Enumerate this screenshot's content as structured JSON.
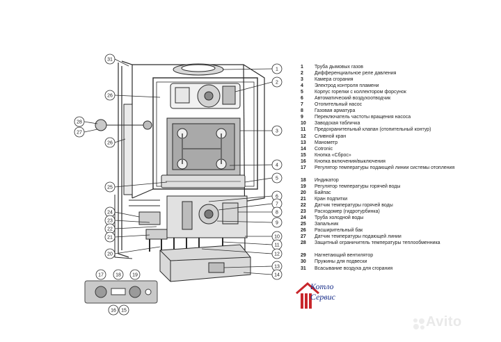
{
  "callouts": {
    "left": [
      "31",
      "26",
      "28",
      "27",
      "26",
      "25",
      "24",
      "23",
      "22",
      "21",
      "20"
    ],
    "right": [
      "1",
      "2",
      "3",
      "4",
      "5",
      "6",
      "7",
      "8",
      "9",
      "10",
      "11",
      "12",
      "13",
      "14"
    ],
    "panel": [
      "17",
      "18",
      "19",
      "16",
      "15"
    ]
  },
  "legend": [
    {
      "num": "1",
      "text": "Труба дымовых газов"
    },
    {
      "num": "2",
      "text": "Дифференциальное реле давления"
    },
    {
      "num": "3",
      "text": "Камера сгорания"
    },
    {
      "num": "4",
      "text": "Электрод контроля пламени"
    },
    {
      "num": "5",
      "text": "Корпус горелки с коллектором форсунок"
    },
    {
      "num": "6",
      "text": "Автоматический воздухоотводчик"
    },
    {
      "num": "7",
      "text": "Отопительный насос"
    },
    {
      "num": "8",
      "text": "Газовая арматура"
    },
    {
      "num": "9",
      "text": "Переключатель частоты вращения насоса"
    },
    {
      "num": "10",
      "text": "Заводская табличка"
    },
    {
      "num": "11",
      "text": "Предохранительный клапан (отопительный контур)"
    },
    {
      "num": "12",
      "text": "Сливной кран"
    },
    {
      "num": "13",
      "text": "Манометр"
    },
    {
      "num": "14",
      "text": "Cotronic"
    },
    {
      "num": "15",
      "text": "Кнопка «Сброс»"
    },
    {
      "num": "16",
      "text": "Кнопка включения/выключения"
    },
    {
      "num": "17",
      "text": "Регулятор температуры подающей линии системы отопления"
    },
    {
      "num": "18",
      "text": "Индикатор"
    },
    {
      "num": "19",
      "text": "Регулятор температуры горячей воды"
    },
    {
      "num": "20",
      "text": "Байпас"
    },
    {
      "num": "21",
      "text": "Кран подпитки"
    },
    {
      "num": "22",
      "text": "Датчик температуры горячей воды"
    },
    {
      "num": "23",
      "text": "Расходомер (гидротурбинка)"
    },
    {
      "num": "24",
      "text": "Труба холодной воды"
    },
    {
      "num": "25",
      "text": "Запальник"
    },
    {
      "num": "26",
      "text": "Расширительный бак"
    },
    {
      "num": "27",
      "text": "Датчик температуры подающей линии"
    },
    {
      "num": "28",
      "text": "Защитный ограничитель температуры теплообменника"
    },
    {
      "num": "29",
      "text": "Нагнетающий вентилятор"
    },
    {
      "num": "30",
      "text": "Пружины для подвески"
    },
    {
      "num": "31",
      "text": "Всасывание воздуха для сгорания"
    }
  ],
  "logo": {
    "line1": "Котло",
    "line2": "Сервис"
  },
  "watermark": "Avito",
  "colors": {
    "ink": "#1f1f1f",
    "brand_blue": "#1a2f8a",
    "brand_red": "#c8262b",
    "panel_gray": "#c9c9c9"
  }
}
